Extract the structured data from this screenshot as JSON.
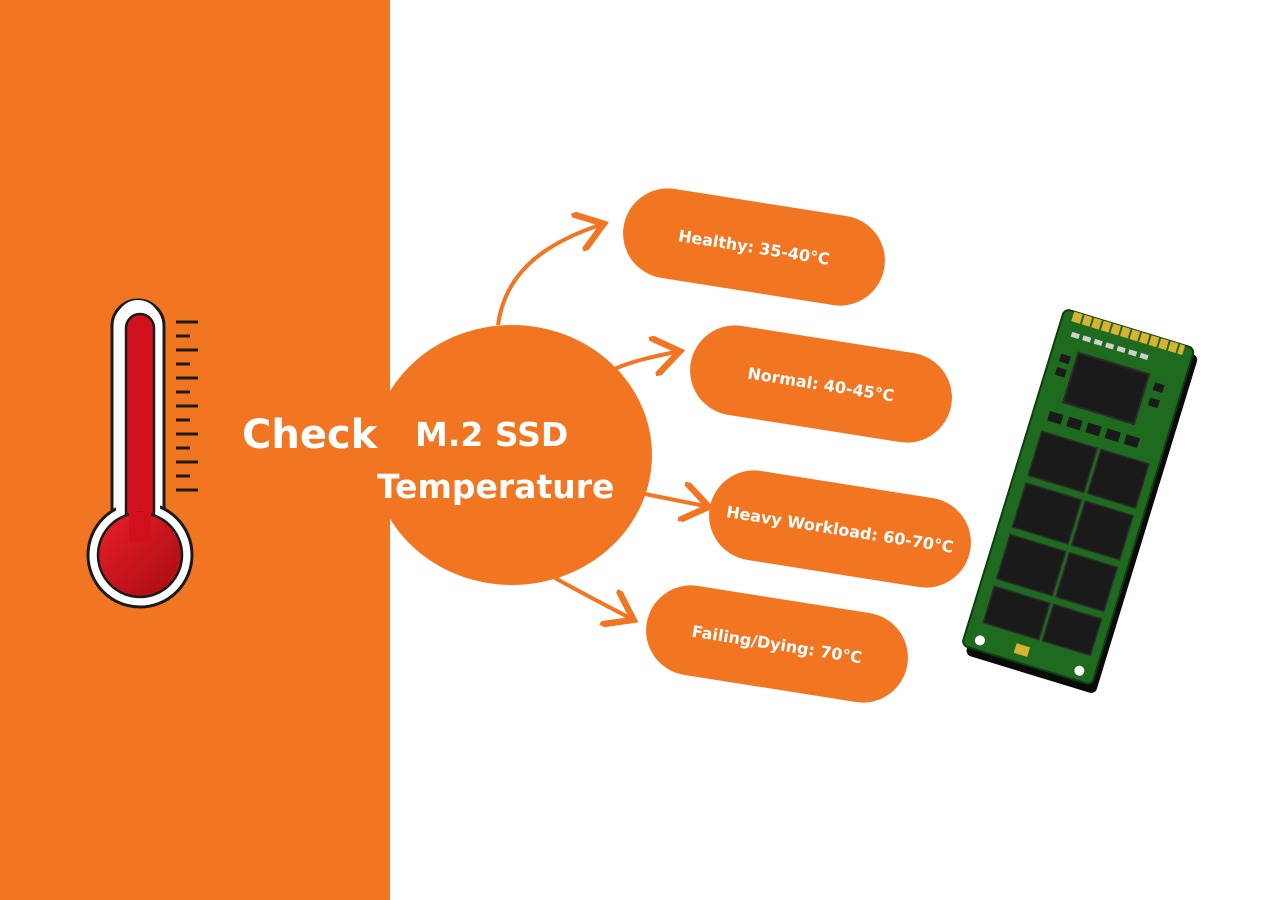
{
  "title": {
    "word1": "Check",
    "word2": "M.2 SSD",
    "word3": "Temperature"
  },
  "states": [
    {
      "label": "Healthy:  35-40°C"
    },
    {
      "label": "Normal: 40-45°C"
    },
    {
      "label": "Heavy Workload: 60-70°C"
    },
    {
      "label": "Failing/Dying: 70°C"
    }
  ],
  "colors": {
    "orange": "#F27522",
    "white": "#FFFFFF",
    "thermo_red": "#D0101C",
    "pcb_green": "#1E6A1E",
    "chip_dark": "#1A1A1A",
    "gold": "#D9B233"
  },
  "icons": [
    "thermometer-icon",
    "m2-ssd-image"
  ]
}
